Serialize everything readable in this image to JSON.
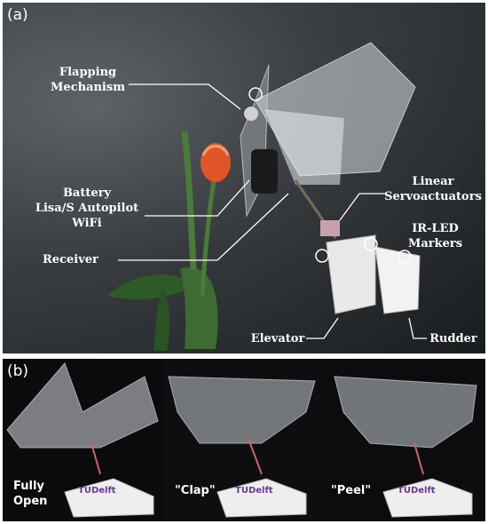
{
  "panels": {
    "a": {
      "letter": "(a)",
      "labels": {
        "flapping": [
          "Flapping",
          "Mechanism"
        ],
        "battery": [
          "Battery",
          "Lisa/S Autopilot",
          "WiFi"
        ],
        "receiver": "Receiver",
        "servo": [
          "Linear",
          "Servoactuators"
        ],
        "irled": [
          "IR-LED",
          "Markers"
        ],
        "elevator": "Elevator",
        "rudder": "Rudder"
      }
    },
    "b": {
      "letter": "(b)",
      "states": [
        "Fully",
        "Open",
        "\"Clap\"",
        "\"Peel\""
      ],
      "logo_text": "TUDelft"
    }
  },
  "colors": {
    "tulip": "#e0542a",
    "stem": "#4c7a3a",
    "wing": "#d8dde2",
    "tail": "#e9e9e9",
    "label": "#ffffff"
  }
}
